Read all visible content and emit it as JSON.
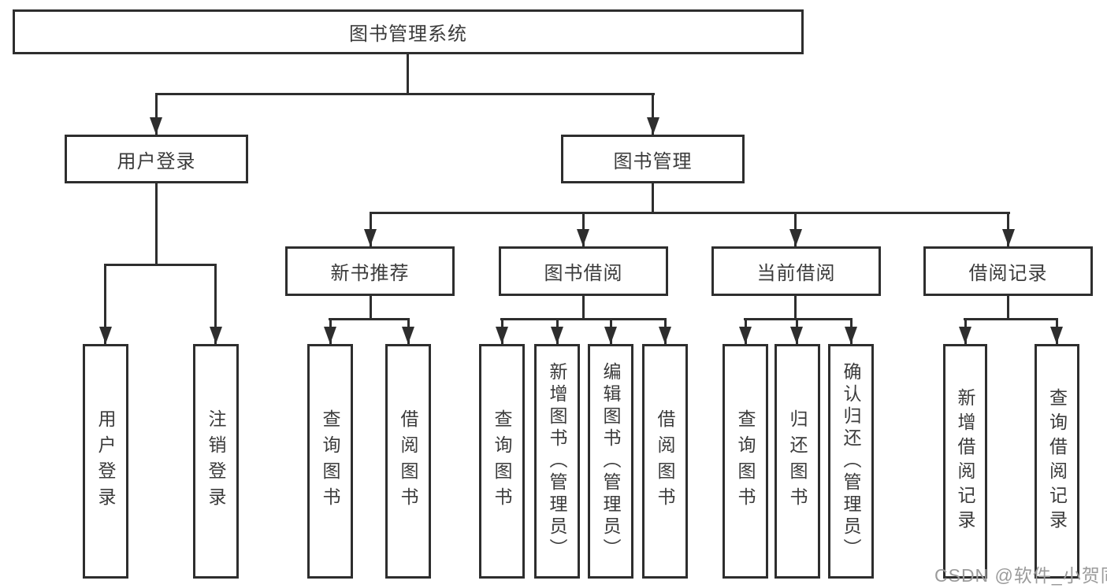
{
  "nodes": {
    "root": "图书管理系统",
    "level2": {
      "user_login": "用户登录",
      "book_mgmt": "图书管理"
    },
    "level3": {
      "new_book": "新书推荐",
      "book_borrow": "图书借阅",
      "current_borrow": "当前借阅",
      "borrow_record": "借阅记录"
    },
    "leaves": {
      "login": "用户登录",
      "logout": "注销登录",
      "nb_query": "查询图书",
      "nb_borrow": "借阅图书",
      "bb_query": "查询图书",
      "bb_add": "新增图书（管理员）",
      "bb_edit": "编辑图书（管理员）",
      "bb_borrow": "借阅图书",
      "cb_query": "查询图书",
      "cb_return": "归还图书",
      "cb_confirm": "确认归还（管理员）",
      "br_add": "新增借阅记录",
      "br_query": "查询借阅记录"
    }
  },
  "watermark": "CSDN @软件_小贺同学",
  "colors": {
    "line": "#2e2e2e",
    "text": "#3b3b3b",
    "box_background": "#ffffff",
    "page_background": "#ffffff",
    "watermark": "#9b9b9b"
  }
}
